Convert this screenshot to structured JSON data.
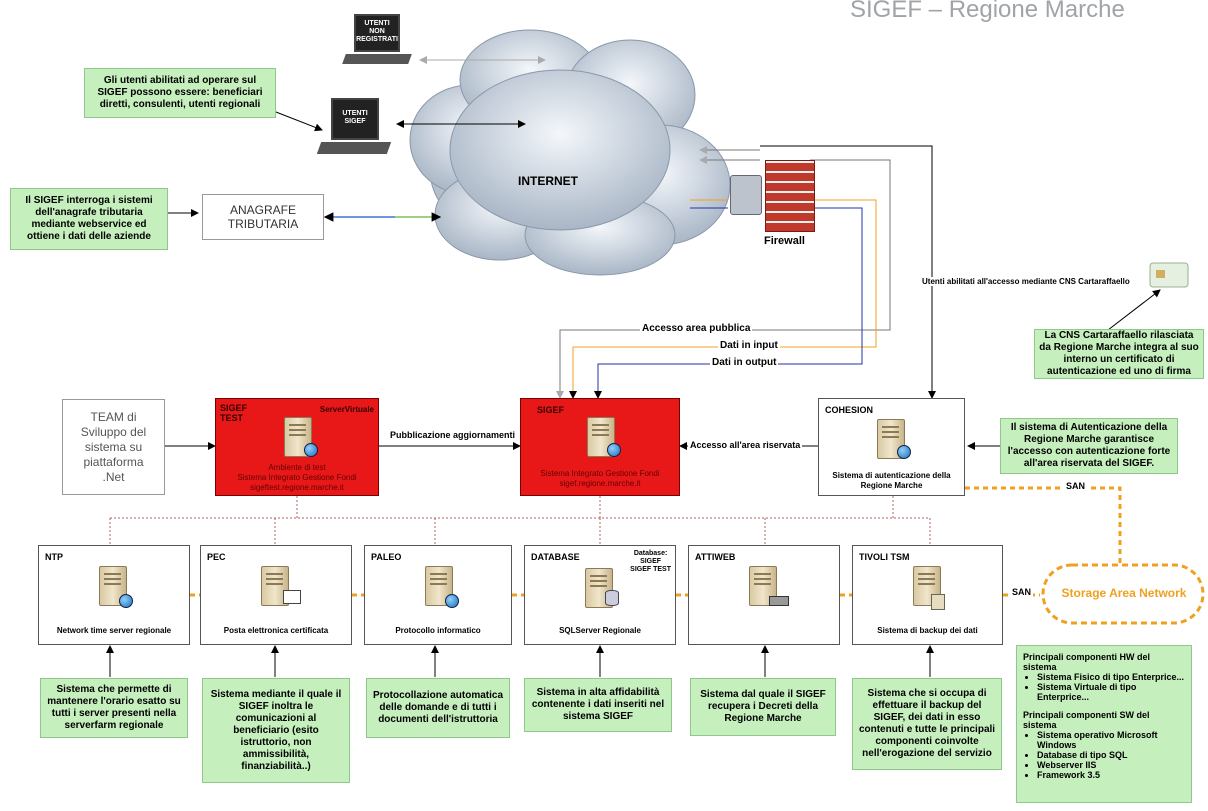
{
  "header": {
    "title": "SIGEF – Regione Marche"
  },
  "cloud": {
    "label": "INTERNET"
  },
  "firewall": {
    "label": "Firewall"
  },
  "laptops": [
    {
      "label": "UTENTI\nNON\nREGISTRATI"
    },
    {
      "label": "UTENTI\nSIGEF"
    }
  ],
  "anagrafe": {
    "label": "ANAGRAFE\nTRIBUTARIA"
  },
  "team": {
    "label": "TEAM di\nSviluppo del\nsistema su\npiattaforma\n.Net"
  },
  "notes": {
    "utenti": "Gli utenti abilitati ad operare sul SIGEF possono essere: beneficiari diretti, consulenti, utenti regionali",
    "anagrafe": "Il SIGEF interroga i sistemi dell'anagrafe tributaria mediante webservice ed ottiene i dati delle aziende",
    "cns": "La CNS Cartaraffaello rilasciata da Regione Marche integra al suo interno un certificato di autenticazione ed uno di firma",
    "cohesion": "Il sistema di Autenticazione della Regione Marche garantisce l'accesso con autenticazione forte all'area riservata del SIGEF.",
    "ntp": "Sistema che permette di mantenere l'orario esatto su tutti i server presenti nella serverfarm regionale",
    "pec": "Sistema mediante il quale il SIGEF inoltra le comunicazioni al beneficiario (esito istruttorio, non ammissibilità, finanziabilità..)",
    "paleo": "Protocollazione automatica delle domande e di tutti i documenti dell'istruttoria",
    "database": "Sistema in alta affidabilità contenente i dati inseriti nel sistema SIGEF",
    "attiweb": "Sistema dal quale il SIGEF recupera i Decreti della Regione Marche",
    "tivoli": "Sistema che si occupa di effettuare il backup del SIGEF, dei dati in esso contenuti e tutte le principali componenti coinvolte nell'erogazione del servizio"
  },
  "components": {
    "hw_title": "Principali componenti HW del sistema",
    "hw_items": [
      "Sistema Fisico di tipo Enterprice...",
      "Sistema Virtuale di tipo Enterprice..."
    ],
    "sw_title": "Principali componenti SW del sistema",
    "sw_items": [
      "Sistema operativo Microsoft Windows",
      "Database di tipo SQL",
      "Webserver IIS",
      "Framework 3.5"
    ]
  },
  "connections": {
    "cns": "Utenti abilitati all'accesso mediante CNS Cartaraffaello",
    "pubblica": "Accesso area pubblica",
    "input": "Dati in input",
    "output": "Dati in output",
    "pubblicazione": "Pubblicazione aggiornamenti",
    "riservata": "Accesso all'area riservata",
    "san1": "SAN",
    "san2": "SAN"
  },
  "servers": {
    "test": {
      "title": "SIGEF\nTEST",
      "corner": "ServerVirtuale",
      "caption": "Ambiente di test\nSistema Integrato Gestione Fondi\nsigeftest.regione.marche.it"
    },
    "sigef": {
      "title": "SIGEF",
      "caption": "Sistema Integrato Gestione Fondi\nsigef.regione.marche.it"
    },
    "cohesion": {
      "title": "COHESION",
      "caption": "Sistema di autenticazione della\nRegione Marche"
    },
    "ntp": {
      "title": "NTP",
      "caption": "Network time server regionale"
    },
    "pec": {
      "title": "PEC",
      "caption": "Posta elettronica certificata"
    },
    "paleo": {
      "title": "PALEO",
      "caption": "Protocollo informatico"
    },
    "database": {
      "title": "DATABASE",
      "corner": "Database:\nSIGEF\nSIGEF TEST",
      "caption": "SQLServer Regionale"
    },
    "attiweb": {
      "title": "ATTIWEB",
      "caption": ""
    },
    "tivoli": {
      "title": "TIVOLI TSM",
      "caption": "Sistema di backup dei dati"
    }
  },
  "storage": {
    "label": "Storage Area Network"
  },
  "colors": {
    "note_bg": "#c6efbe",
    "red": "#e81818",
    "san": "#f0a020"
  }
}
